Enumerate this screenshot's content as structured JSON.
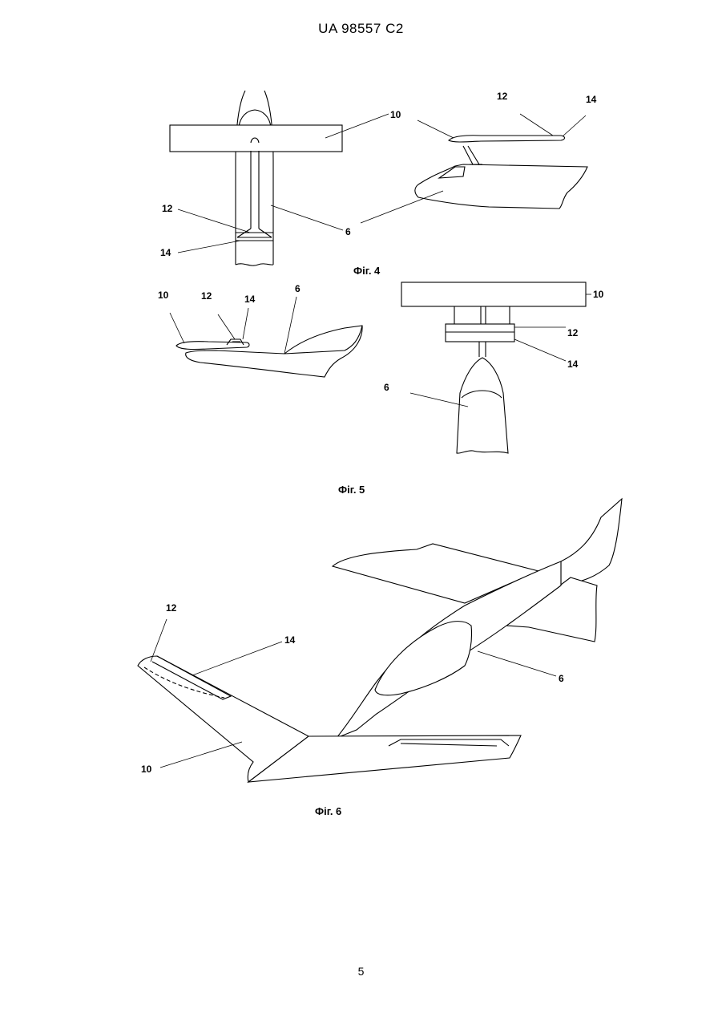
{
  "header": {
    "patent_number": "UA   98557   C2"
  },
  "figures": {
    "fig4": {
      "caption": "Фіг. 4",
      "labels": {
        "wing": "10",
        "flap": "12",
        "edge": "14",
        "fuselage": "6"
      }
    },
    "fig5": {
      "caption": "Фіг. 5",
      "labels": {
        "wing": "10",
        "flap": "12",
        "edge": "14",
        "fuselage": "6"
      }
    },
    "fig6": {
      "caption": "Фіг. 6",
      "labels": {
        "wing": "10",
        "flap": "12",
        "edge": "14",
        "fuselage": "6"
      }
    }
  },
  "footer": {
    "page_number": "5"
  }
}
